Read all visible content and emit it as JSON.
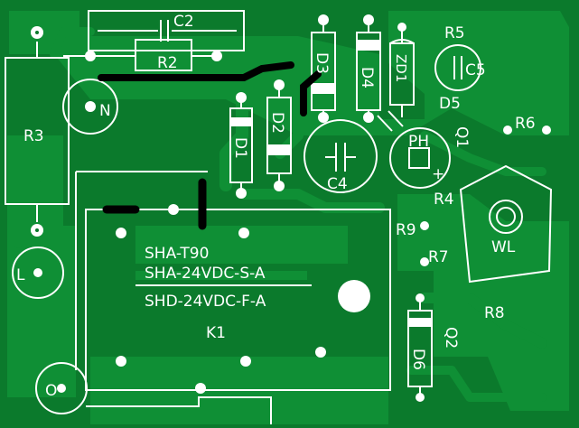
{
  "board": {
    "colors": {
      "substrate": "#0b7a2c",
      "copper": "#0f8f35",
      "silkscreen": "#ffffff",
      "jumper": "#000000"
    },
    "labels": {
      "c2": "C2",
      "r2": "R2",
      "r3": "R3",
      "d3": "D3",
      "d4": "D4",
      "zd1": "ZD1",
      "r5": "R5",
      "c5": "C5",
      "d5": "D5",
      "r6": "R6",
      "d1": "D1",
      "d2": "D2",
      "c4": "C4",
      "ph": "PH",
      "q1": "Q1",
      "r4": "R4",
      "wl": "WL",
      "r9": "R9",
      "r7": "R7",
      "r8": "R8",
      "k1": "K1",
      "q2": "Q2",
      "d6": "D6",
      "n": "N",
      "l": "L",
      "o": "O",
      "plus_pin": "+",
      "relay_line1": "SHA-T90",
      "relay_line2": "SHA-24VDC-S-A",
      "relay_line3": "SHD-24VDC-F-A"
    }
  }
}
